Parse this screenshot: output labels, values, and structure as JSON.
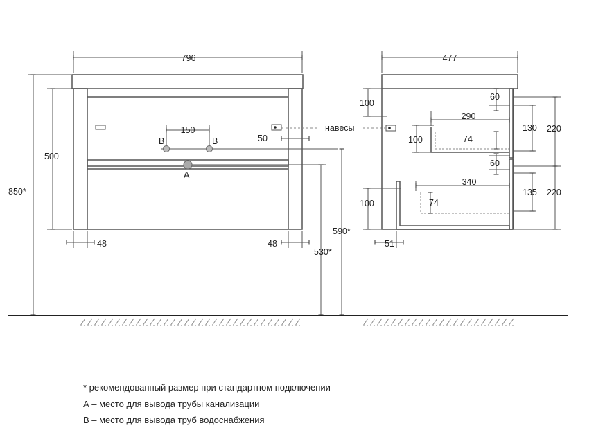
{
  "front": {
    "width": "796",
    "total_height": "850*",
    "height": "500",
    "leg_left": "48",
    "leg_right": "48",
    "pipe_spacing": "150",
    "label_b": "B",
    "label_a": "A",
    "hinge_offset": "50",
    "drain_height": "530*",
    "supply_height": "590*"
  },
  "side": {
    "depth": "477",
    "top_gap": "100",
    "drawer_gap": "60",
    "drawer1_width": "290",
    "drawer1_front_height": "130",
    "drawer1_box_height": "100",
    "drawer1_inner_height": "74",
    "drawer1_section": "220",
    "drawer_gap_2": "60",
    "drawer2_width": "340",
    "drawer2_front_height": "135",
    "drawer2_left_height": "100",
    "drawer2_inner_height": "74",
    "drawer2_section": "220",
    "leg_offset": "51"
  },
  "hinges_label": "навесы",
  "notes": [
    "* рекомендованный размер при стандартном подключении",
    "А – место для вывода трубы канализации",
    "В – место для вывода труб водоснабжения"
  ]
}
